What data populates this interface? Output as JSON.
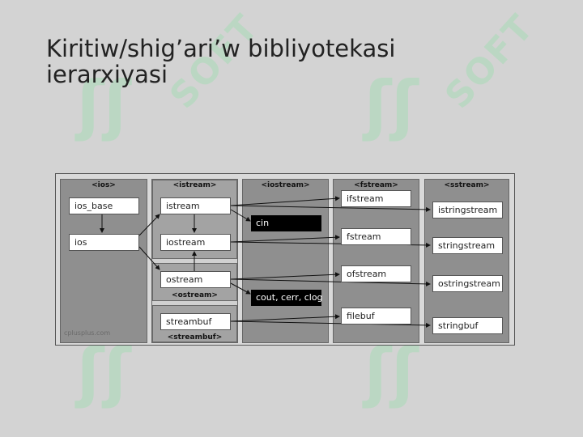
{
  "slide": {
    "title_line1": "Kiritiw/shig’ari’w bibliyotekasi",
    "title_line2": "ierarxiyasi"
  },
  "watermark": {
    "text": "SOFT",
    "logo": "ʃʃ",
    "color": "#a9dcb6"
  },
  "diagram": {
    "headers": {
      "ios": "<ios>",
      "istream": "<istream>",
      "iostream": "<iostream>",
      "fstream": "<fstream>",
      "sstream": "<sstream>",
      "ostream": "<ostream>",
      "streambuf": "<streambuf>"
    },
    "boxes": {
      "ios_base": "ios_base",
      "ios": "ios",
      "istream": "istream",
      "iostream": "iostream",
      "ostream": "ostream",
      "streambuf": "streambuf",
      "ifstream": "ifstream",
      "fstream": "fstream",
      "ofstream": "ofstream",
      "filebuf": "filebuf",
      "istringstream": "istringstream",
      "stringstream": "stringstream",
      "ostringstream": "ostringstream",
      "stringbuf": "stringbuf"
    },
    "objects": {
      "cin": "cin",
      "cout_cerr_clog": "cout, cerr, clog"
    },
    "credit": "cplusplus.com"
  }
}
